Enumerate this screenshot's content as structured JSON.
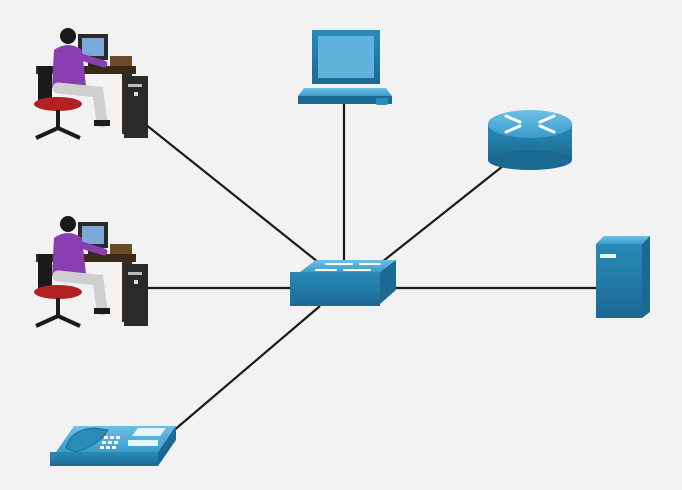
{
  "diagram": {
    "type": "star-network-topology",
    "central_device": "switch-icon",
    "devices": [
      {
        "id": "workstation-user-1",
        "icon": "user-at-desktop-icon"
      },
      {
        "id": "workstation-user-2",
        "icon": "user-at-desktop-icon"
      },
      {
        "id": "laptop",
        "icon": "laptop-icon"
      },
      {
        "id": "router",
        "icon": "router-icon"
      },
      {
        "id": "server",
        "icon": "server-icon"
      },
      {
        "id": "ip-phone",
        "icon": "ip-phone-icon"
      }
    ],
    "connections": [
      [
        "switch",
        "workstation-user-1"
      ],
      [
        "switch",
        "workstation-user-2"
      ],
      [
        "switch",
        "laptop"
      ],
      [
        "switch",
        "router"
      ],
      [
        "switch",
        "server"
      ],
      [
        "switch",
        "ip-phone"
      ]
    ],
    "colors": {
      "background": "#f2f2f2",
      "device_blue": "#2a8ab8",
      "device_blue_dark": "#1b6a93",
      "device_blue_light": "#5fb3dc",
      "link": "#1a1a1a",
      "person_shirt": "#8a3fb0"
    }
  }
}
